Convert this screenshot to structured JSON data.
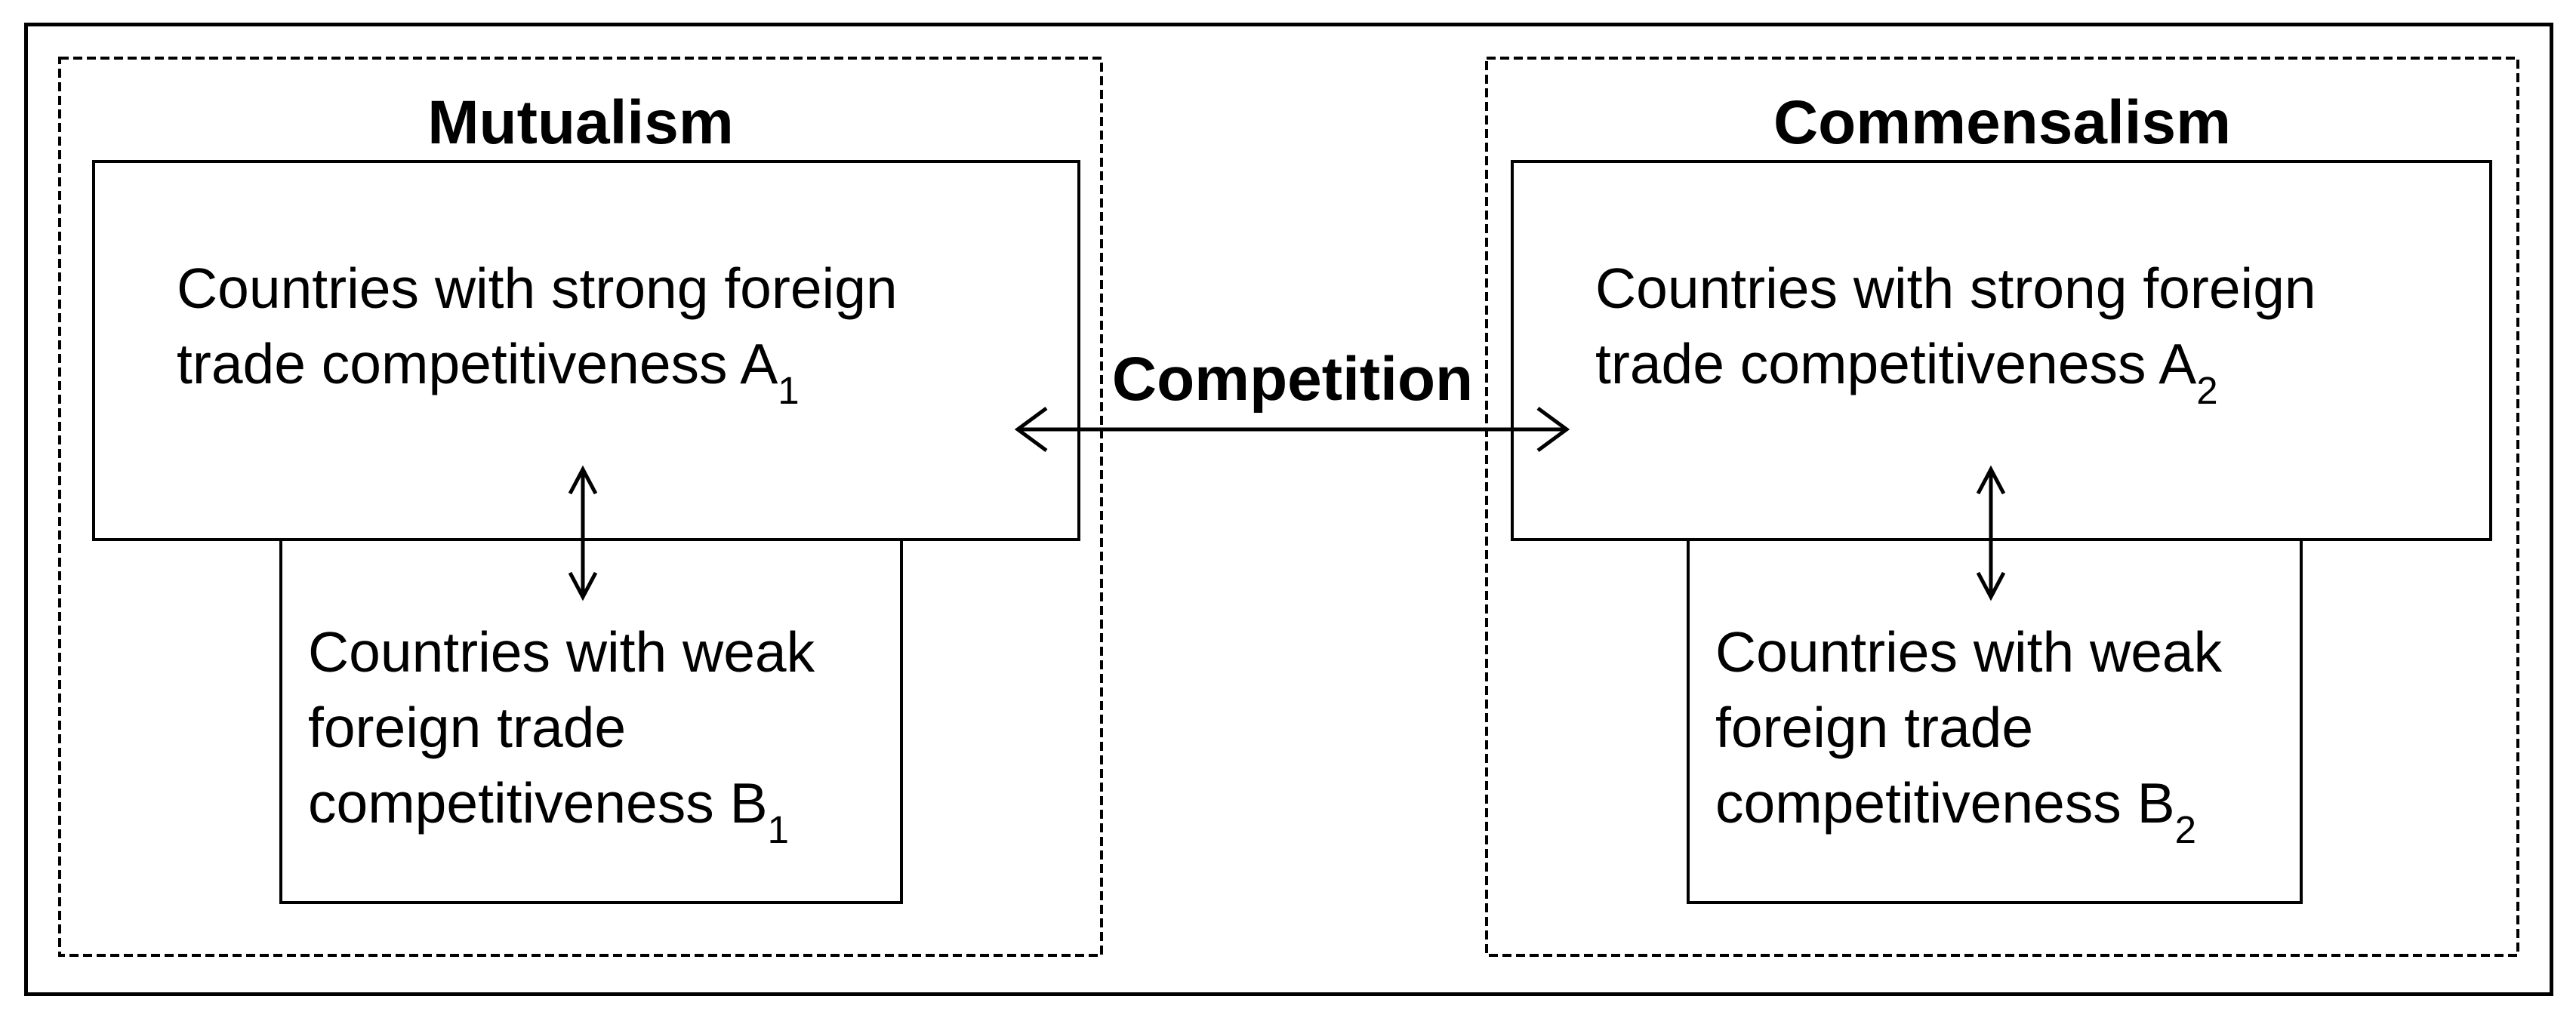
{
  "colors": {
    "ink": "#000000",
    "paper": "#ffffff"
  },
  "relation_label": "Competition",
  "groups": [
    {
      "title": "Mutualism",
      "strong_box": {
        "line1": "Countries with strong foreign",
        "line2": "trade competitiveness A",
        "subscript": "1"
      },
      "weak_box": {
        "line1": "Countries with weak",
        "line2": "foreign trade",
        "line3": "competitiveness B",
        "subscript": "1"
      }
    },
    {
      "title": "Commensalism",
      "strong_box": {
        "line1": "Countries with strong foreign",
        "line2": "trade competitiveness A",
        "subscript": "2"
      },
      "weak_box": {
        "line1": "Countries with weak",
        "line2": "foreign trade",
        "line3": "competitiveness B",
        "subscript": "2"
      }
    }
  ]
}
